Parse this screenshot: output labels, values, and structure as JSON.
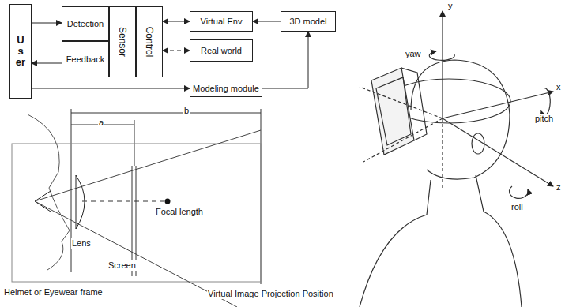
{
  "diagram": {
    "nodes": [
      {
        "text": [
          "User"
        ]
      },
      {
        "text": [
          "Detection"
        ]
      },
      {
        "text": [
          "Feedback"
        ]
      },
      {
        "text": [
          "Sensor"
        ]
      },
      {
        "text": [
          "Control"
        ]
      },
      {
        "text": [
          "Virtual Env"
        ]
      },
      {
        "text": [
          "Real world"
        ]
      },
      {
        "text": [
          "3D model"
        ]
      },
      {
        "text": [
          "Modeling module"
        ]
      }
    ],
    "edges": [
      {
        "from": 0,
        "to": 1,
        "arrow": "to"
      },
      {
        "from": 2,
        "to": 0,
        "arrow": "to"
      },
      {
        "from": 4,
        "to": 5,
        "arrow": "both"
      },
      {
        "from": 4,
        "to": 6,
        "arrow": "both"
      },
      {
        "from": 7,
        "to": 5,
        "arrow": "to"
      },
      {
        "from": 0,
        "to": 8,
        "arrow": "to"
      },
      {
        "from": 8,
        "to": 7,
        "arrow": "to"
      }
    ],
    "labels": [
      "a",
      "b",
      "Focal length",
      "Lens",
      "Screen",
      "Helmet or Eyewear frame",
      "Virtual Image Projection Position",
      "yaw",
      "y",
      "x",
      "pitch",
      "z",
      "roll"
    ]
  }
}
